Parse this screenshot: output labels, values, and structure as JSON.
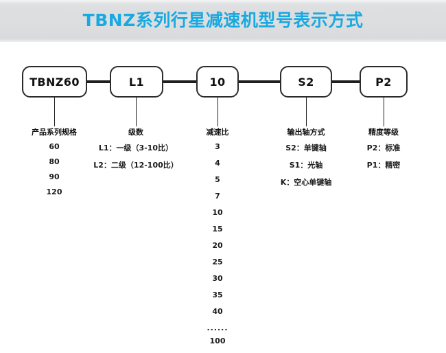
{
  "banner": {
    "title": "TBNZ系列行星减速机型号表示方式",
    "title_color": "#19a9e1",
    "background_color": "#dcdddf"
  },
  "diagram": {
    "type": "model-code-breakdown",
    "boxes": [
      {
        "code": "TBNZ60"
      },
      {
        "code": "L1"
      },
      {
        "code": "10"
      },
      {
        "code": "S2"
      },
      {
        "code": "P2"
      }
    ],
    "columns": [
      {
        "header": "产品系列规格",
        "items": [
          "60",
          "80",
          "90",
          "120"
        ]
      },
      {
        "header": "级数",
        "items": [
          "L1：一级（3-10比）",
          "L2：二级（12-100比）"
        ]
      },
      {
        "header": "减速比",
        "items": [
          "3",
          "4",
          "5",
          "7",
          "10",
          "15",
          "20",
          "25",
          "30",
          "35",
          "40",
          "......",
          "100"
        ]
      },
      {
        "header": "输出轴方式",
        "items": [
          "S2：单键轴",
          "S1：光轴",
          "K：空心单键轴"
        ]
      },
      {
        "header": "精度等级",
        "items": [
          "P2：标准",
          "P1：精密"
        ]
      }
    ]
  }
}
